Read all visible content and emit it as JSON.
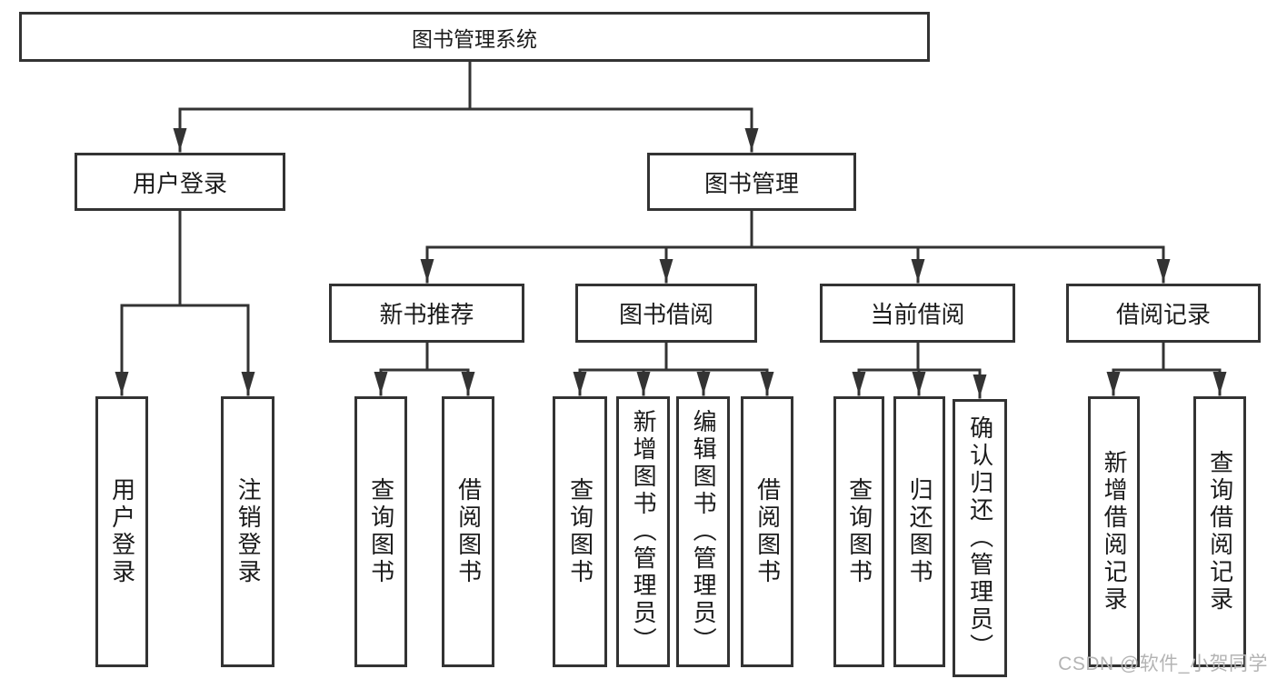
{
  "colors": {
    "line": "#333333",
    "box_border": "#333333",
    "box_fill": "#ffffff",
    "text": "#1b1b1b",
    "watermark": "#b4b4b4"
  },
  "watermark": {
    "text": "CSDN @软件_小贺同学"
  },
  "tree": {
    "label": "图书管理系统",
    "children": [
      {
        "label": "用户登录",
        "children": [
          {
            "label": "用户登录"
          },
          {
            "label": "注销登录"
          }
        ]
      },
      {
        "label": "图书管理",
        "children": [
          {
            "label": "新书推荐",
            "children": [
              {
                "label": "查询图书"
              },
              {
                "label": "借阅图书"
              }
            ]
          },
          {
            "label": "图书借阅",
            "children": [
              {
                "label": "查询图书"
              },
              {
                "label": "新增图书（管理员）"
              },
              {
                "label": "编辑图书（管理员）"
              },
              {
                "label": "借阅图书"
              }
            ]
          },
          {
            "label": "当前借阅",
            "children": [
              {
                "label": "查询图书"
              },
              {
                "label": "归还图书"
              },
              {
                "label": "确认归还（管理员）"
              }
            ]
          },
          {
            "label": "借阅记录",
            "children": [
              {
                "label": "新增借阅记录"
              },
              {
                "label": "查询借阅记录"
              }
            ]
          }
        ]
      }
    ]
  }
}
